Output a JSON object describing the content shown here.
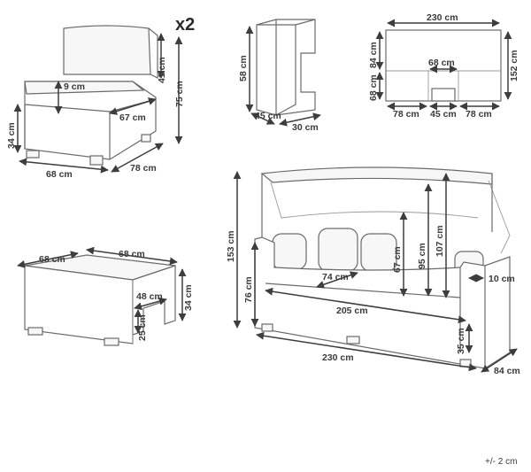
{
  "chair": {
    "quantity": "x2",
    "cushion_thickness": "9 cm",
    "back_height": "41 cm",
    "total_height": "75 cm",
    "seat_depth": "67 cm",
    "seat_height": "34 cm",
    "width": "68 cm",
    "depth": "78 cm"
  },
  "side_table": {
    "height": "58 cm",
    "width": "45 cm",
    "depth": "30 cm"
  },
  "canopy_top_view": {
    "width": "230 cm",
    "depth": "152 cm",
    "back_depth": "84 cm",
    "footrest_depth": "68 cm",
    "footrest_width": "68 cm",
    "left_seat": "78 cm",
    "middle": "45 cm",
    "right_seat": "78 cm"
  },
  "ottoman": {
    "top_width": "68 cm",
    "side_depth": "68 cm",
    "height": "34 cm",
    "inner_depth": "48 cm",
    "inner_height": "25 cm"
  },
  "sofa": {
    "canopy_height": "153 cm",
    "seat_height": "76 cm",
    "back_height": "67 cm",
    "canopy_inner_height": "95 cm",
    "canopy_mid_height": "107 cm",
    "seat_depth": "74 cm",
    "armrest_width": "10 cm",
    "inner_width": "205 cm",
    "total_width": "230 cm",
    "base_height": "35 cm",
    "depth": "84 cm"
  },
  "tolerance": "+/- 2 cm"
}
